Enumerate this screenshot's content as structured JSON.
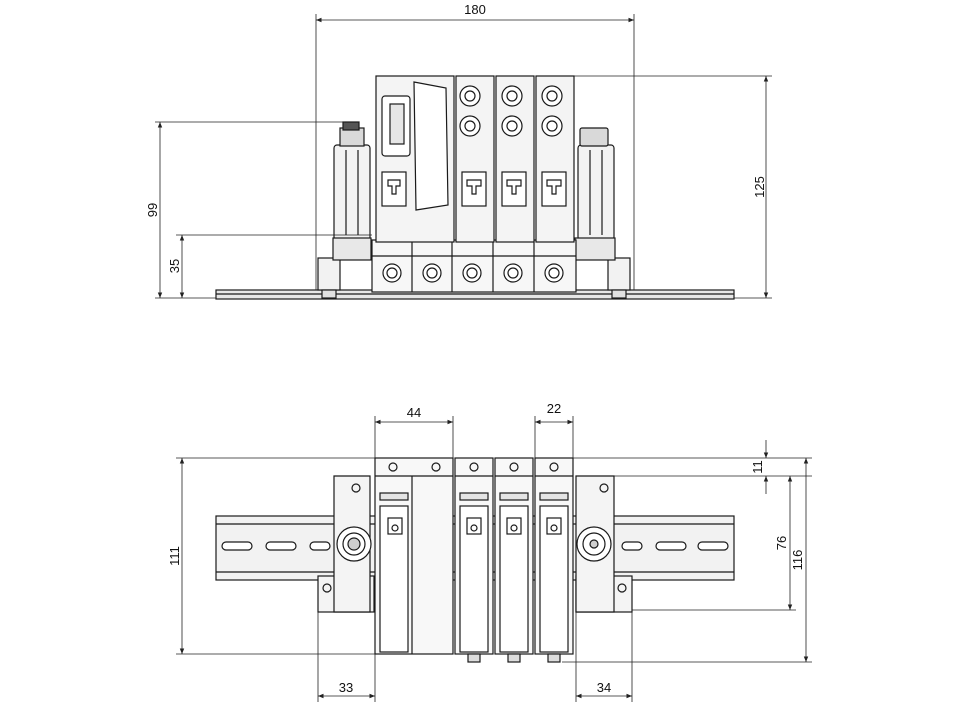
{
  "drawing": {
    "views": [
      "front-view",
      "top-view"
    ],
    "front_view": {
      "dims": {
        "overall_width": "180",
        "overall_height": "125",
        "connector_height": "99",
        "base_height": "35"
      },
      "valve_count": 4
    },
    "top_view": {
      "dims": {
        "first_module_width": "44",
        "module_pitch": "22",
        "top_offset": "11",
        "mid_height": "76",
        "overall_depth": "116",
        "left_width": "111",
        "left_end": "33",
        "right_end": "34"
      },
      "valve_count": 4
    }
  },
  "colors": {
    "line": "#1a1a1a",
    "dim_line": "#222222",
    "fill_light": "#f2f2f2",
    "fill_mid": "#d9d9d9",
    "background": "#ffffff"
  }
}
